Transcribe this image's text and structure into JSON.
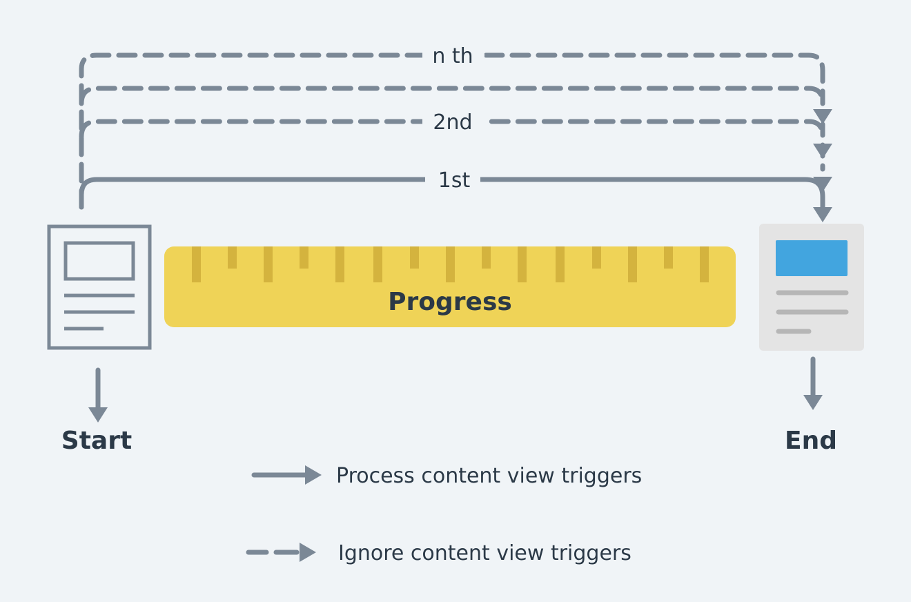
{
  "diagram": {
    "colors": {
      "background": "#f0f4f7",
      "connector": "#7b8896",
      "text": "#2b3947",
      "progress_bar": "#efd357",
      "progress_ticks": "#d4b33e",
      "end_doc_bg": "#e4e4e4",
      "end_doc_header": "#42a5df",
      "end_doc_lines": "#b6b6b6"
    },
    "nodes": {
      "start": {
        "label": "Start",
        "icon": "document-outline-icon"
      },
      "end": {
        "label": "End",
        "icon": "document-filled-icon"
      }
    },
    "progress": {
      "label": "Progress"
    },
    "paths": [
      {
        "label": "n th",
        "style": "dashed"
      },
      {
        "label": "",
        "style": "dashed"
      },
      {
        "label": "2nd",
        "style": "dashed"
      },
      {
        "label": "1st",
        "style": "solid"
      }
    ],
    "legend": {
      "solid": {
        "label": "Process content view triggers"
      },
      "dashed": {
        "label": "Ignore content view triggers"
      }
    }
  }
}
